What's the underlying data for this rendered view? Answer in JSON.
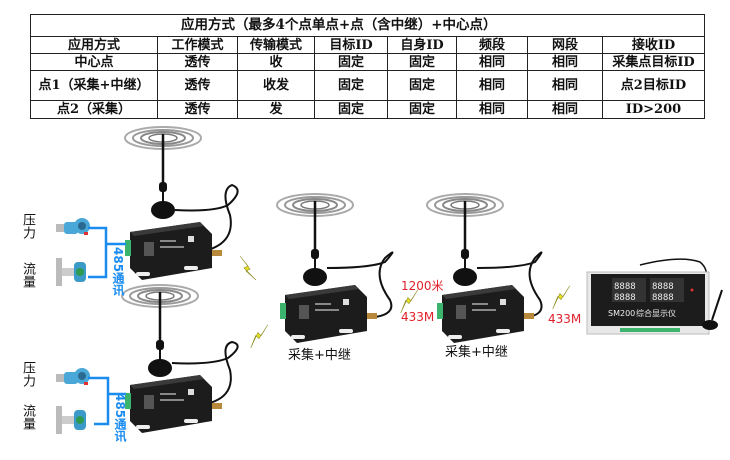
{
  "table": {
    "title": "应用方式（最多4个点单点+点（含中继）+中心点）",
    "headers": [
      "应用方式",
      "工作模式",
      "传输模式",
      "目标ID",
      "自身ID",
      "频段",
      "网段",
      "接收ID"
    ],
    "rows": [
      [
        "中心点",
        "透传",
        "收",
        "固定",
        "固定",
        "相同",
        "相同",
        "采集点目标ID"
      ],
      [
        "点1（采集+中继）",
        "透传",
        "收发",
        "固定",
        "固定",
        "相同",
        "相同",
        "点2目标ID"
      ],
      [
        "点2（采集）",
        "透传",
        "发",
        "固定",
        "固定",
        "相同",
        "相同",
        "ID>200"
      ]
    ]
  },
  "diagram": {
    "sensor_groups": [
      {
        "pressure_label": "压力",
        "flow_label": "流量",
        "bus_label": "485通讯"
      },
      {
        "pressure_label": "压力",
        "flow_label": "流量",
        "bus_label": "485通讯"
      }
    ],
    "relays": [
      {
        "caption": "采集+中继"
      },
      {
        "caption": "采集+中继"
      }
    ],
    "link_distance": "1200米",
    "link_freq_1": "433M",
    "link_freq_2": "433M",
    "display": {
      "model": "SM200",
      "name": "综合显示仪",
      "digits": "8888"
    },
    "colors": {
      "bus_line": "#1a8cf0",
      "link_text": "#e0202a",
      "lightning": "#e8e020",
      "device": "#1c1c1c",
      "sensor": "#4aa8d8"
    }
  }
}
